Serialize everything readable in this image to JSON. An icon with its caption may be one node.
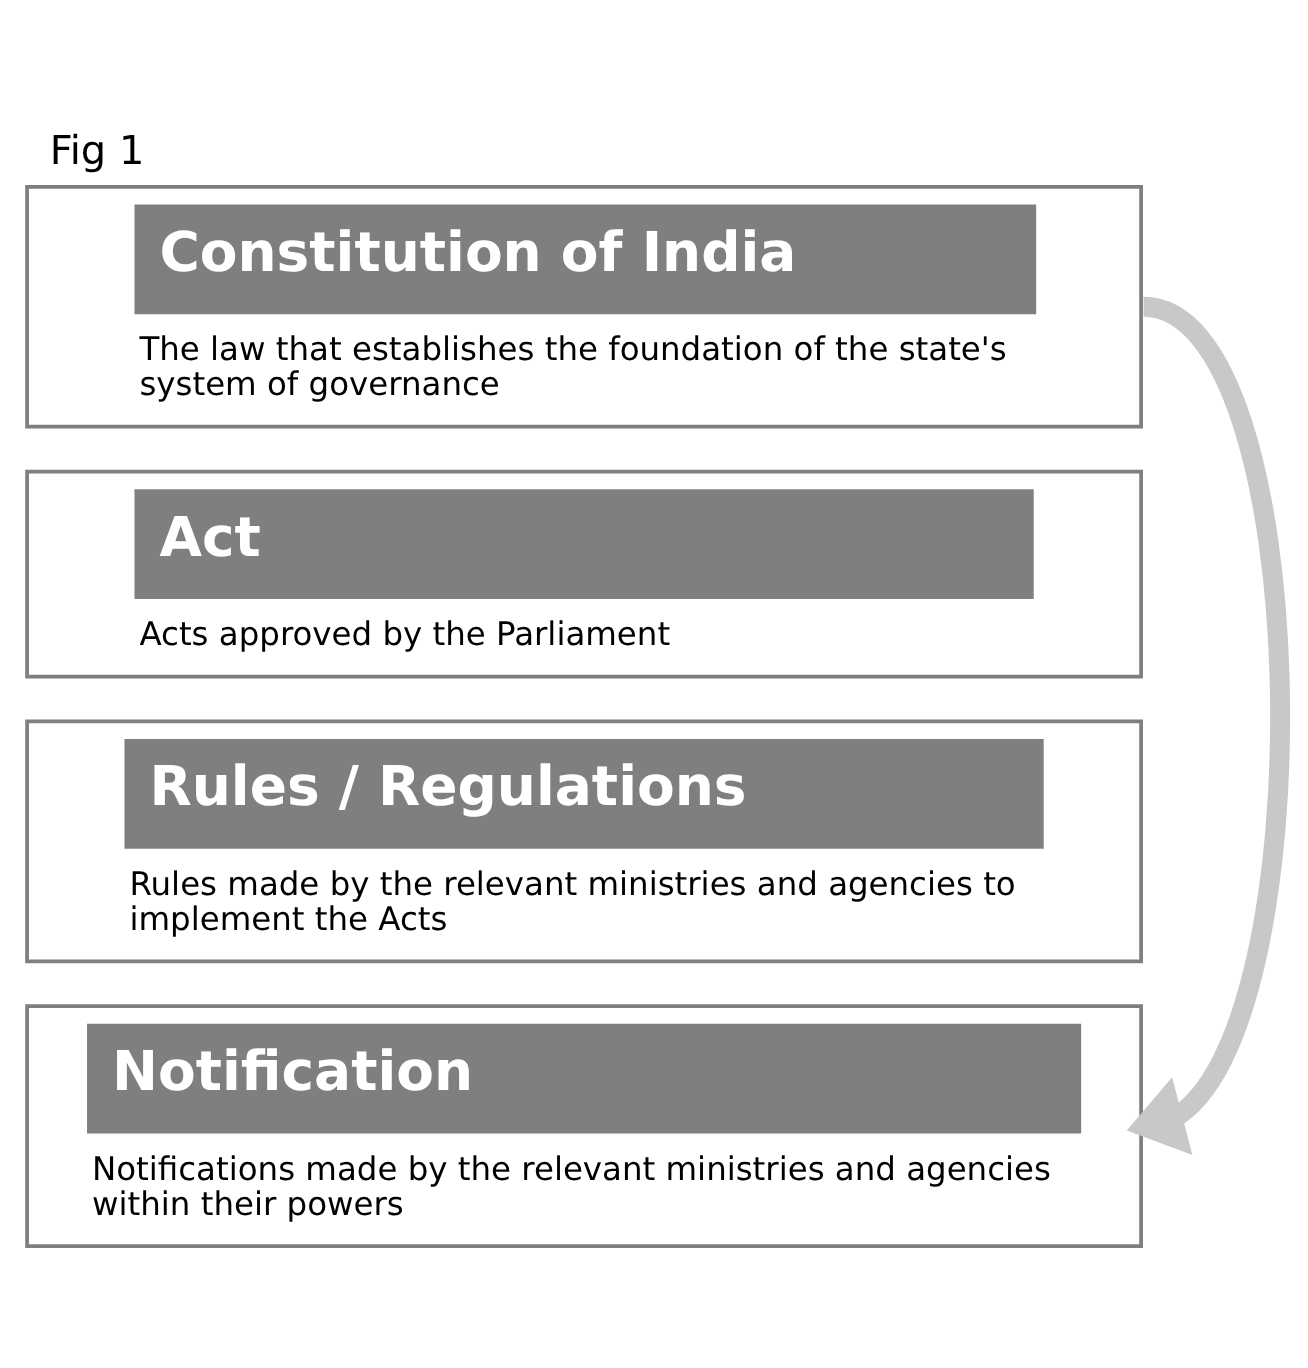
{
  "diagram": {
    "title": "Fig 1",
    "nodes": [
      {
        "text": [
          "Constitution of India",
          "The law that establishes the foundation of the state's system of governance"
        ]
      },
      {
        "text": [
          "Act",
          "Acts approved by the Parliament"
        ]
      },
      {
        "text": [
          "Rules / Regulations",
          "Rules made by the relevant ministries and agencies to implement the Acts"
        ]
      },
      {
        "text": [
          "Notification",
          "Notifications made by the relevant ministries and agencies within their powers"
        ]
      }
    ],
    "edges": [
      {
        "from": 0,
        "to": 3,
        "arrow": "to"
      }
    ]
  }
}
